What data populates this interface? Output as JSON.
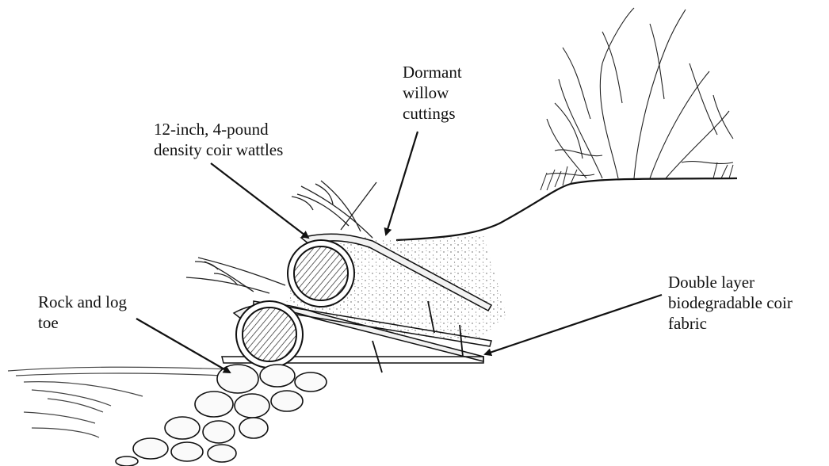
{
  "labels": {
    "willow": [
      "Dormant",
      "willow",
      "cuttings"
    ],
    "wattles": [
      "12-inch, 4-pound",
      "density coir wattles"
    ],
    "fabric": [
      "Double layer",
      "biodegradable coir",
      "fabric"
    ],
    "toe": [
      "Rock and log",
      "toe"
    ]
  },
  "colors": {
    "ink": "#111111",
    "background": "#ffffff"
  }
}
